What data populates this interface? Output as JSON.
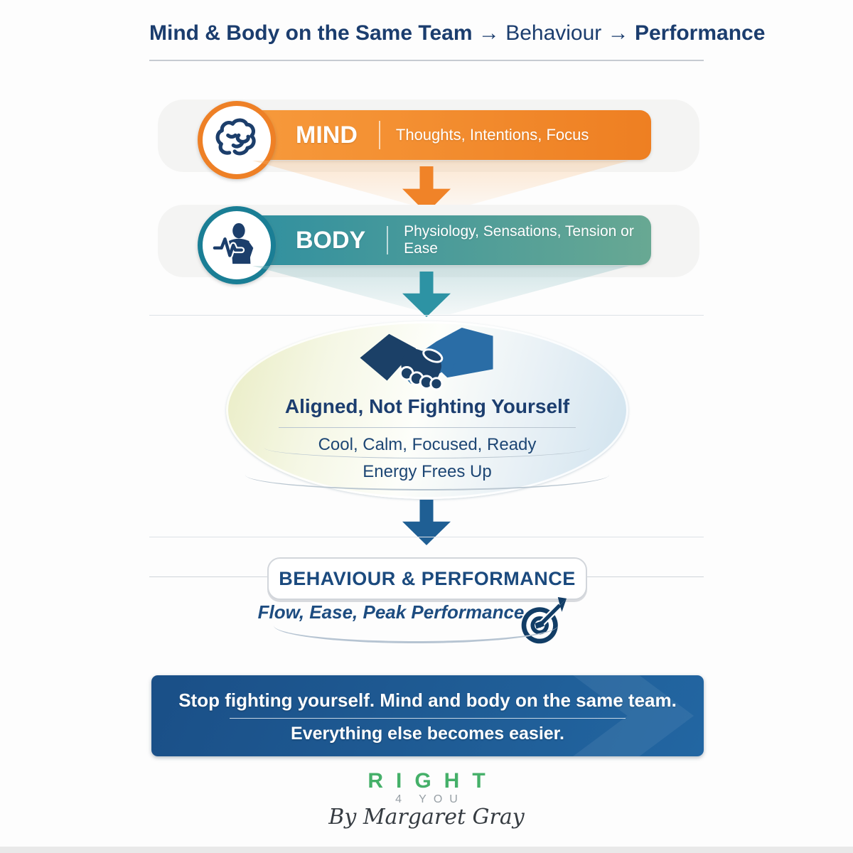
{
  "title": {
    "segment_bold1": "Mind & Body on the Same Team",
    "arrow": "→",
    "segment_regular": "Behaviour",
    "segment_bold2": "Performance"
  },
  "mind_row": {
    "label": "MIND",
    "divider": "|",
    "description": "Thoughts, Intentions, Focus",
    "icon": "brain-icon",
    "bar_color_start": "#f79a3c",
    "bar_color_end": "#ee7f22",
    "ring_color": "#ee8026",
    "arrow_color": "#f08328"
  },
  "body_row": {
    "label": "BODY",
    "divider": "|",
    "description": "Physiology, Sensations, Tension or Ease",
    "icon": "body-pulse-icon",
    "bar_color_start": "#2f8fa0",
    "bar_color_end": "#68a893",
    "ring_color": "#1a7e95",
    "arrow_color": "#2d93a4"
  },
  "alignment_ellipse": {
    "icon": "handshake-icon",
    "heading": "Aligned, Not Fighting Yourself",
    "line1": "Cool, Calm, Focused, Ready",
    "line2": "Energy Frees Up",
    "gradient_left": "#eaedc6",
    "gradient_right": "#cfe2ee"
  },
  "behaviour_section": {
    "arrow_color": "#1f5f94",
    "box_label": "BEHAVIOUR & PERFORMANCE",
    "subline": "Flow, Ease, Peak Performance",
    "icon": "target-arrow-icon",
    "text_color": "#1b4a7e"
  },
  "banner": {
    "line1": "Stop fighting yourself. Mind and body on the same team.",
    "line2": "Everything else becomes easier.",
    "bg_start": "#1a4f87",
    "bg_end": "#2266a2"
  },
  "logo": {
    "brand": "RIGHT",
    "subbrand": "4 YOU",
    "byline": "By Margaret Gray",
    "brand_color": "#45b069",
    "subbrand_color": "#98a0a6"
  }
}
